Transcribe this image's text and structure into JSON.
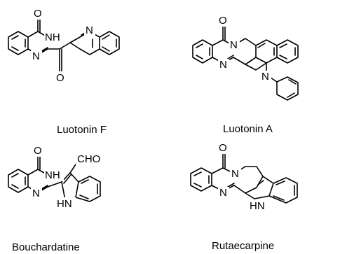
{
  "compounds": [
    {
      "name": "Luotonin F"
    },
    {
      "name": "Luotonin A"
    },
    {
      "name": "Bouchardatine"
    },
    {
      "name": "Rutaecarpine"
    }
  ],
  "atoms": {
    "o": "O",
    "n": "N",
    "nh": "NH",
    "hn": "HN",
    "cho": "CHO"
  }
}
